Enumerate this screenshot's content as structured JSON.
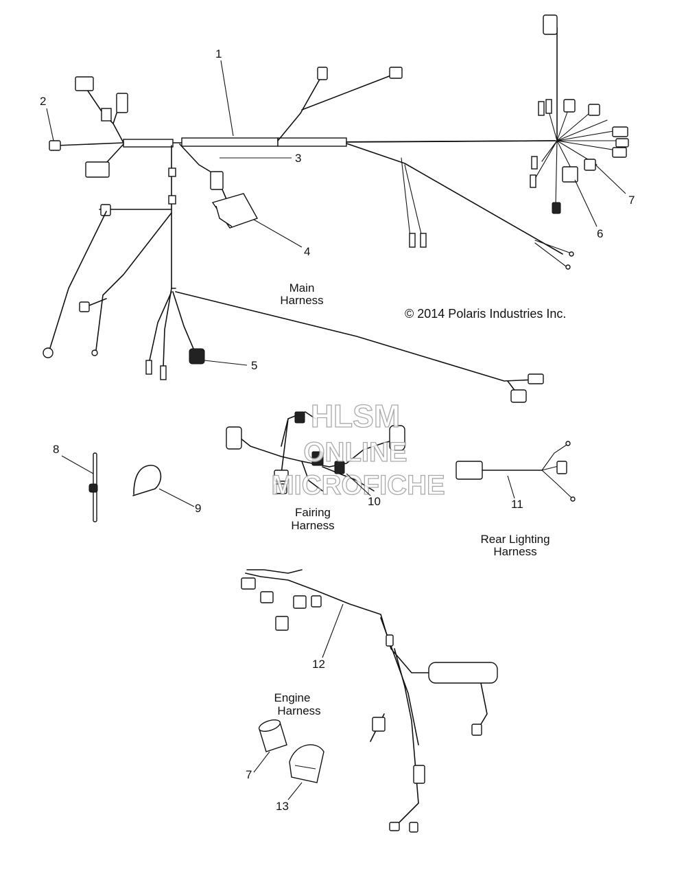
{
  "callouts": {
    "c1": "1",
    "c2": "2",
    "c3": "3",
    "c4": "4",
    "c5": "5",
    "c6": "6",
    "c7a": "7",
    "c7b": "7",
    "c8": "8",
    "c9": "9",
    "c10": "10",
    "c11": "11",
    "c12": "12",
    "c13": "13"
  },
  "labels": {
    "main_line1": "Main",
    "main_line2": "Harness",
    "fairing_line1": "Fairing",
    "fairing_line2": "Harness",
    "rear_line1": "Rear Lighting",
    "rear_line2": "Harness",
    "engine_line1": "Engine",
    "engine_line2": "Harness"
  },
  "copyright": "© 2014 Polaris Industries Inc.",
  "watermark": {
    "line1": "HLSM",
    "line2": "ONLINE",
    "line3": "MICROFICHE"
  }
}
